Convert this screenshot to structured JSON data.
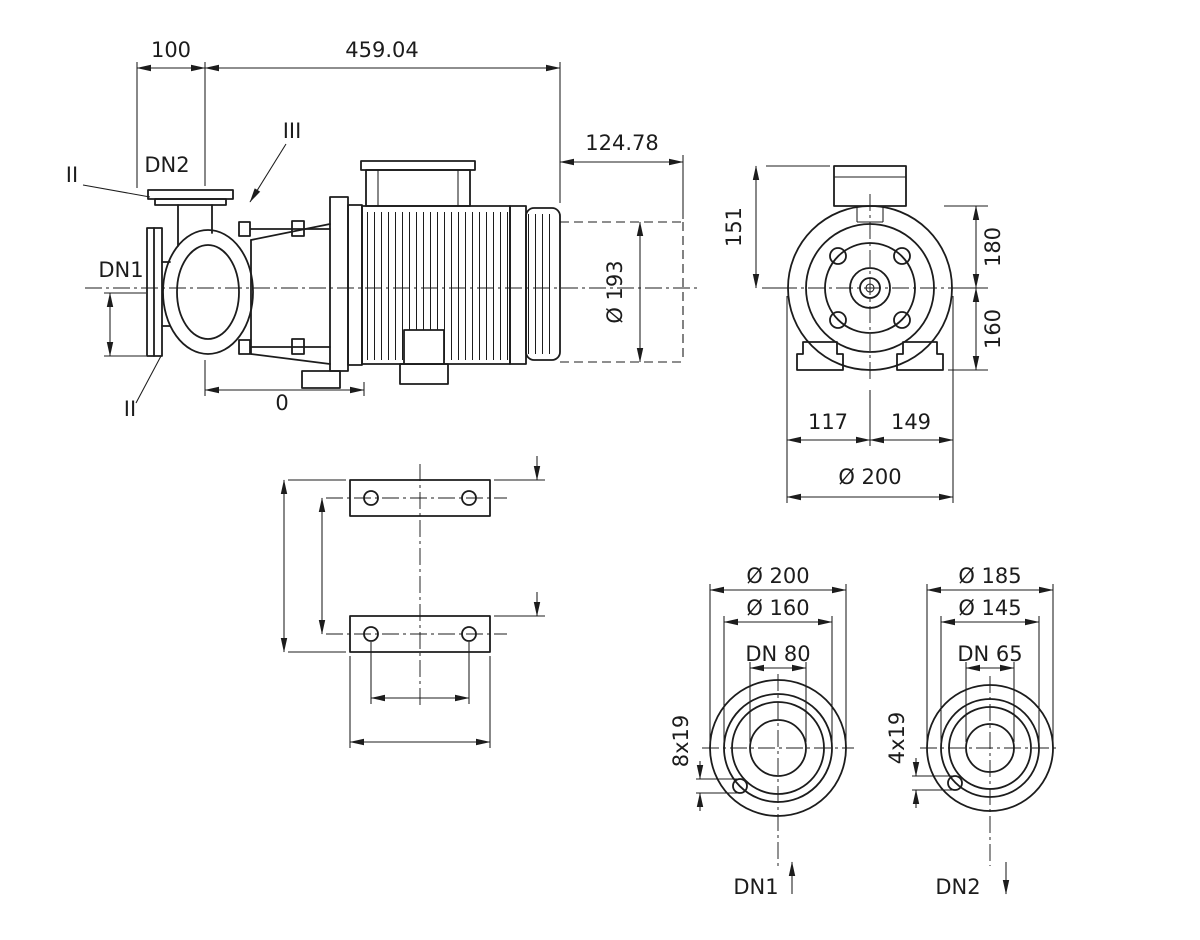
{
  "side_view": {
    "dim_100": "100",
    "dim_459_04": "459.04",
    "dim_124_78": "124.78",
    "dim_dia_193": "Ø 193",
    "port_dn2": "DN2",
    "port_dn1": "DN1",
    "marker_ii_top": "II",
    "marker_iii": "III",
    "marker_ii_bottom": "II",
    "dim_0": "0"
  },
  "front_view": {
    "dim_151": "151",
    "dim_180": "180",
    "dim_160": "160",
    "dim_117": "117",
    "dim_149": "149",
    "dim_dia_200": "Ø 200"
  },
  "flange_dn1": {
    "dim_outer": "Ø 200",
    "dim_bolt_circle": "Ø 160",
    "dim_nominal": "DN 80",
    "dim_holes": "8x19",
    "label": "DN1"
  },
  "flange_dn2": {
    "dim_outer": "Ø 185",
    "dim_bolt_circle": "Ø 145",
    "dim_nominal": "DN 65",
    "dim_holes": "4x19",
    "label": "DN2"
  }
}
